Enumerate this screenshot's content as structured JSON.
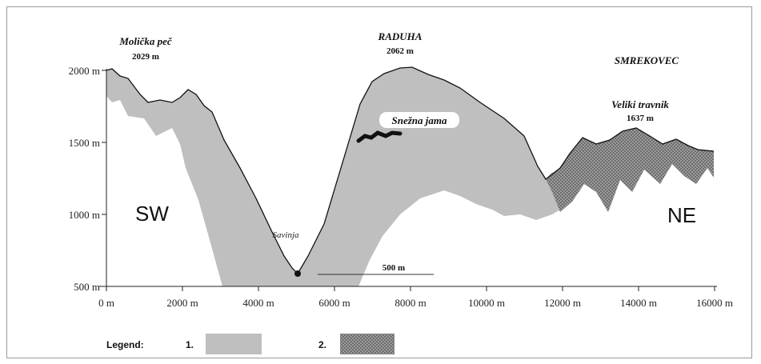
{
  "peaks": {
    "molicka": {
      "name": "Molička peč",
      "elev": "2029 m"
    },
    "raduha": {
      "name": "RADUHA",
      "elev": "2062 m"
    },
    "smrekovec": {
      "name": "SMREKOVEC"
    },
    "veliki": {
      "name": "Veliki travnik",
      "elev": "1637 m"
    }
  },
  "cave": "Snežna jama",
  "river": "Savinja",
  "scale_bar": "500 m",
  "directions": {
    "left": "SW",
    "right": "NE"
  },
  "y_ticks": [
    "2000 m",
    "1500 m",
    "1000 m",
    "500 m"
  ],
  "x_ticks": [
    "0 m",
    "2000 m",
    "4000 m",
    "6000 m",
    "8000 m",
    "10000 m",
    "12000 m",
    "14000 m",
    "16000 m"
  ],
  "legend": {
    "title": "Legend:",
    "item1": "1.",
    "item2": "2."
  },
  "colors": {
    "unit1_fill": "#bfbfbf",
    "unit2_fill": "#8c8c8c",
    "cave": "#111111"
  }
}
